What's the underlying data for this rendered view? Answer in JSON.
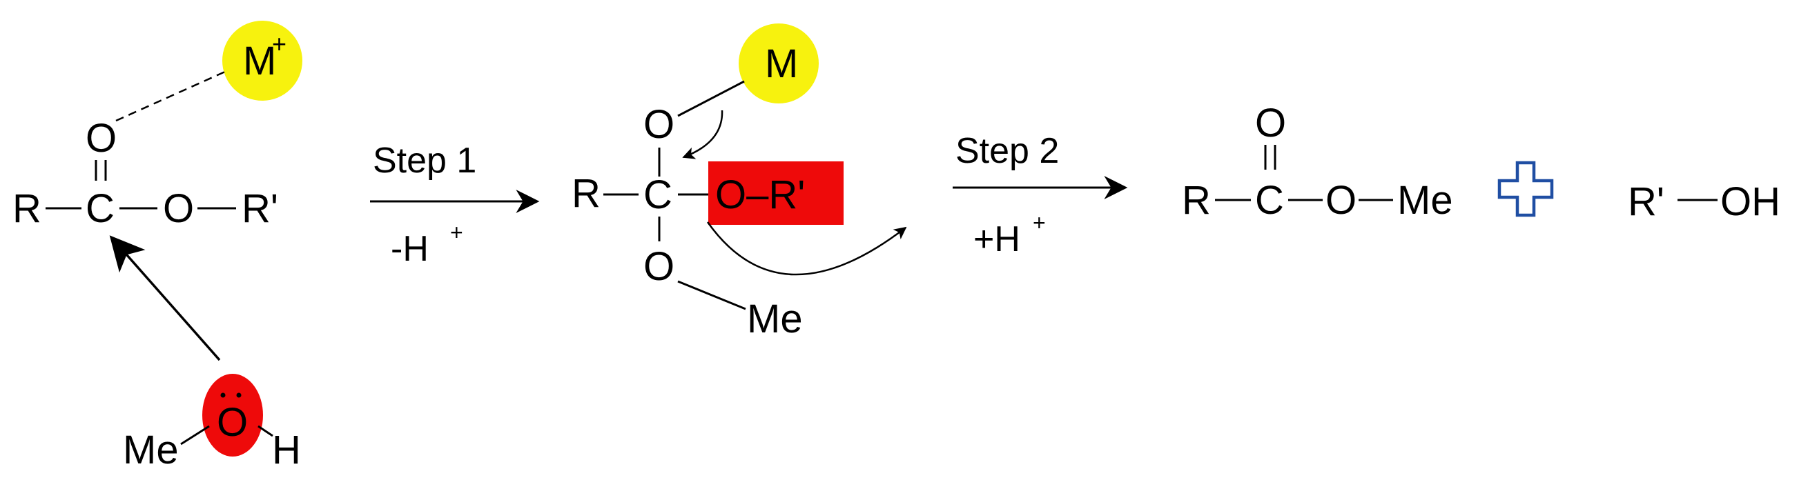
{
  "colors": {
    "metal_highlight": "#f7f20e",
    "leaving_group_highlight": "#ee0a0a",
    "nucleophile_highlight": "#ee0a0a",
    "plus_sign": "#1f4ea3",
    "ink": "#000000"
  },
  "reactant": {
    "metal": "M",
    "metal_charge": "+",
    "carbonyl_o": "O",
    "r": "R",
    "c": "C",
    "ester_o": "O",
    "r_prime": "R'"
  },
  "nucleophile": {
    "me": "Me",
    "o": "O",
    "h": "H"
  },
  "step1": {
    "label": "Step 1",
    "sub": "-H",
    "sub_sup": "+"
  },
  "intermediate": {
    "metal": "M",
    "o_top": "O",
    "r": "R",
    "c": "C",
    "leaving_group": "O–R'",
    "o_bottom": "O",
    "me": "Me"
  },
  "step2": {
    "label": "Step 2",
    "sub": "+H",
    "sub_sup": "+"
  },
  "product1": {
    "o": "O",
    "r": "R",
    "c": "C",
    "ester_o": "O",
    "me": "Me"
  },
  "plus_icon": "plus-icon",
  "product2": {
    "r_prime": "R'",
    "oh": "OH"
  }
}
